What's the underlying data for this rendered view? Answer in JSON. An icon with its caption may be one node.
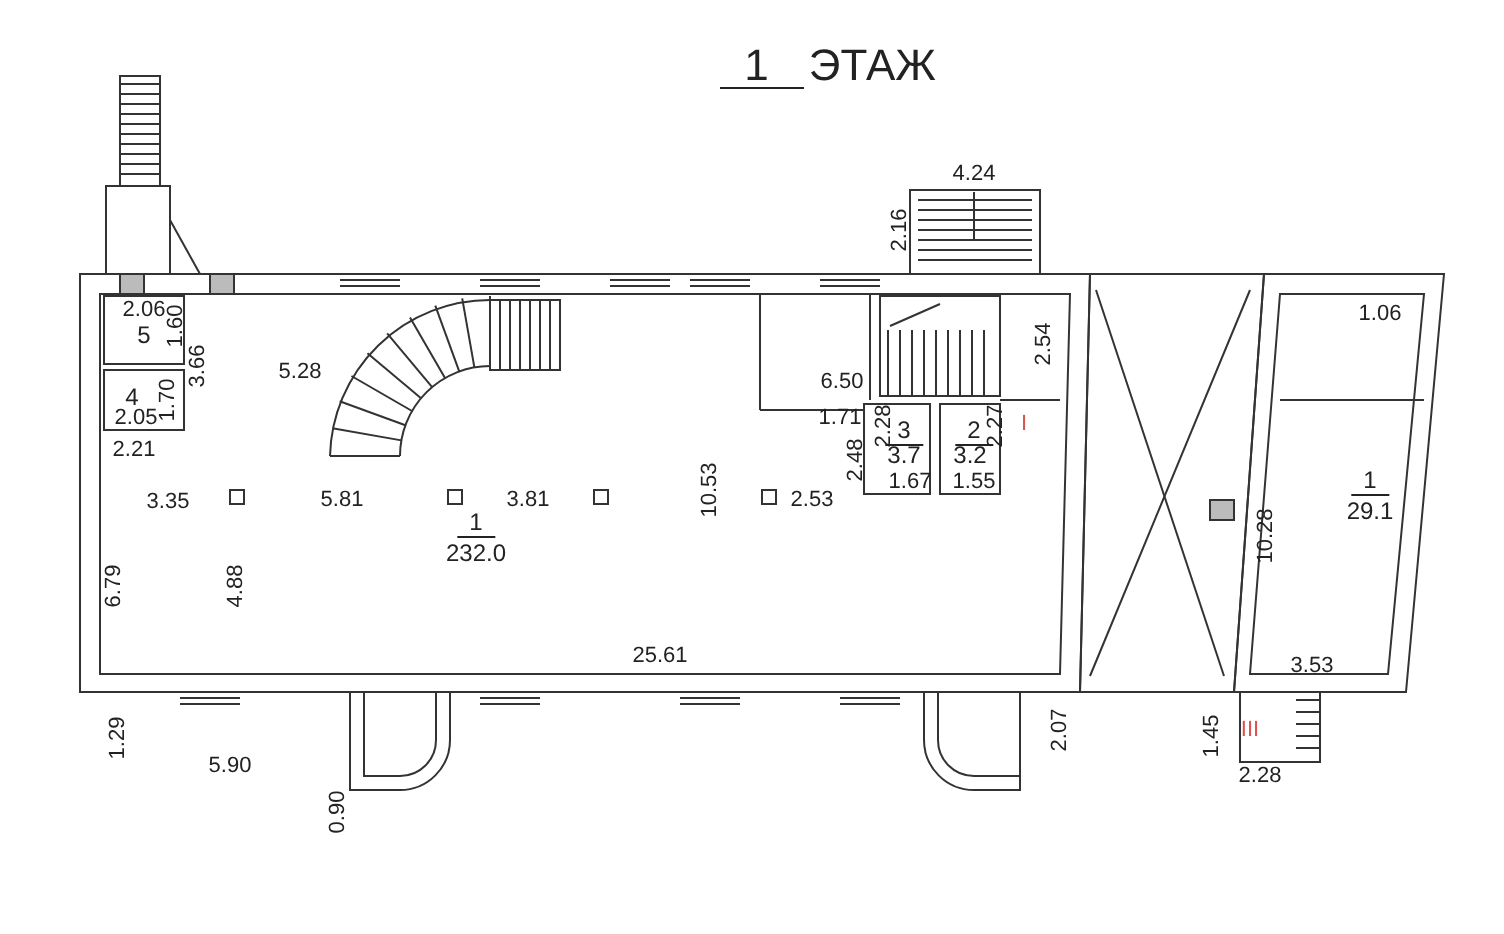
{
  "diagram": {
    "title": "1 ЭТАЖ",
    "nodes": [
      {
        "text": [
          "1",
          "232.0"
        ]
      },
      {
        "text": [
          "5"
        ]
      },
      {
        "text": [
          "4"
        ]
      },
      {
        "text": [
          "3",
          "3.7"
        ]
      },
      {
        "text": [
          "2",
          "3.2"
        ]
      },
      {
        "text": [
          "1",
          "29.1"
        ]
      }
    ],
    "labels": [
      "4.24",
      "2.16",
      "2.06",
      "1.60",
      "3.66",
      "5.28",
      "1.06",
      "2.54",
      "6.50",
      "1.71",
      "2.28",
      "2.27",
      "1.70",
      "2.05",
      "2.21",
      "2.48",
      "1.67",
      "1.55",
      "3.35",
      "5.81",
      "3.81",
      "10.53",
      "2.53",
      "I",
      "10.28",
      "6.79",
      "4.88",
      "25.61",
      "3.53",
      "1.29",
      "5.90",
      "2.07",
      "1.45",
      "III",
      "0.90",
      "2.28"
    ]
  }
}
